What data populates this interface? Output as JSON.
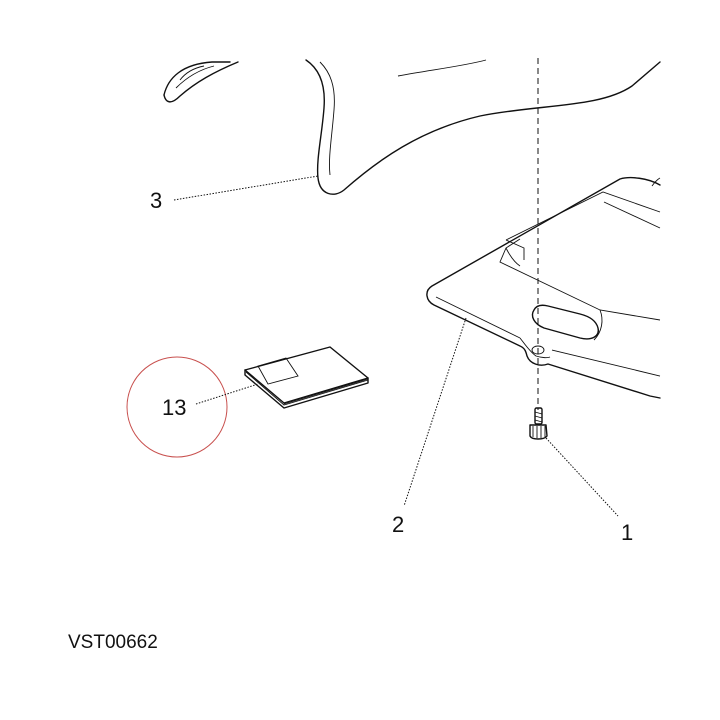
{
  "callouts": {
    "c1": "1",
    "c2": "2",
    "c3": "3",
    "c13": "13"
  },
  "reference_code": "VST00662",
  "colors": {
    "line": "#111111",
    "highlight_circle": "#c8504e",
    "background": "#ffffff"
  }
}
